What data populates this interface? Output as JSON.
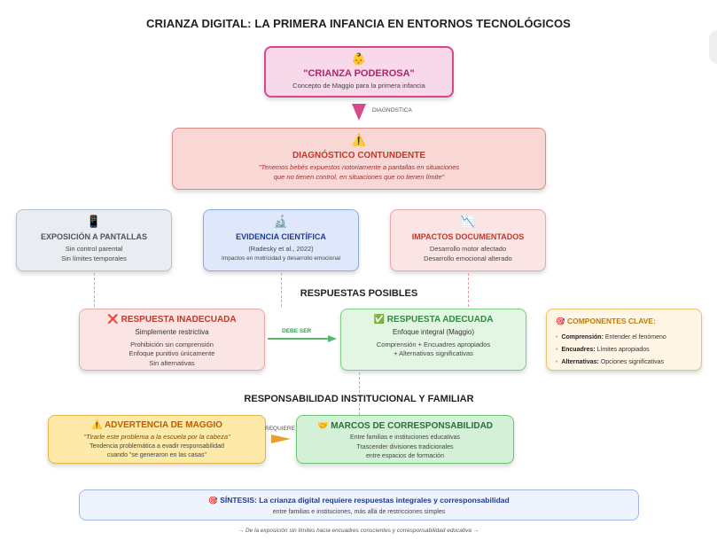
{
  "title": "CRIANZA DIGITAL: LA PRIMERA INFANCIA EN ENTORNOS TECNOLÓGICOS",
  "crianza": {
    "icon": "👶",
    "title": "\"CRIANZA PODEROSA\"",
    "subtitle": "Concepto de Maggio para la primera infancia"
  },
  "arrow_label": "DIAGNOSTICA",
  "diagnostico": {
    "icon": "⚠️",
    "title": "DIAGNÓSTICO CONTUNDENTE",
    "quote_line1": "\"Tenemos bebés expuestos notoriamente a pantallas en situaciones",
    "quote_line2": "que no tienen control, en situaciones que no tienen límite\""
  },
  "exposicion": {
    "icon": "📱",
    "title": "EXPOSICIÓN A PANTALLAS",
    "line1": "Sin control parental",
    "line2": "Sin límites temporales"
  },
  "evidencia": {
    "icon": "🔬",
    "title": "EVIDENCIA CIENTÍFICA",
    "line1": "(Radesky et al., 2022)",
    "line2": "Impactos en motricidad y desarrollo emocional"
  },
  "impactos": {
    "icon": "📉",
    "title": "IMPACTOS DOCUMENTADOS",
    "line1": "Desarrollo motor afectado",
    "line2": "Desarrollo emocional alterado"
  },
  "respuestas_title": "RESPUESTAS POSIBLES",
  "inadecuada": {
    "icon": "❌",
    "title": "RESPUESTA INADECUADA",
    "subtitle": "Simplemente restrictiva",
    "line1": "Prohibición sin comprensión",
    "line2": "Enfoque punitivo únicamente",
    "line3": "Sin alternativas"
  },
  "debe_ser": "DEBE SER",
  "adecuada": {
    "icon": "✅",
    "title": "RESPUESTA ADECUADA",
    "subtitle": "Enfoque integral (Maggio)",
    "line1": "Comprensión + Encuadres apropiados",
    "line2": "+ Alternativas significativas"
  },
  "componentes": {
    "icon": "🎯",
    "title": "COMPONENTES CLAVE:",
    "items": [
      {
        "label": "Comprensión:",
        "text": "Entender el fenómeno"
      },
      {
        "label": "Encuadres:",
        "text": "Límites apropiados"
      },
      {
        "label": "Alternativas:",
        "text": "Opciones significativas"
      }
    ]
  },
  "responsabilidad_title": "RESPONSABILIDAD INSTITUCIONAL Y FAMILIAR",
  "advertencia": {
    "icon": "⚠️",
    "title": "ADVERTENCIA DE MAGGIO",
    "quote": "\"Tirarle este problema a la escuela por la cabeza\"",
    "line1": "Tendencia problemática a evadir responsabilidad",
    "line2": "cuando \"se generaron en las casas\""
  },
  "requiere": "REQUIERE",
  "marcos": {
    "icon": "🤝",
    "title": "MARCOS DE CORRESPONSABILIDAD",
    "line1": "Entre familias e instituciones educativas",
    "line2": "Trascender divisiones tradicionales",
    "line3": "entre espacios de formación"
  },
  "sintesis": {
    "icon": "🎯",
    "title": "SÍNTESIS: La crianza digital requiere respuestas integrales y corresponsabilidad",
    "line": "entre familias e instituciones, más allá de restricciones simples"
  },
  "footer": "→ De la exposición sin límites hacia encuadres conscientes y corresponsabilidad educativa →",
  "colors": {
    "pink_accent": "#d9488b",
    "red_title": "#c0392b",
    "green_title": "#2e8b3e",
    "orange_title": "#c07a00",
    "navy_title": "#1f3a93"
  }
}
